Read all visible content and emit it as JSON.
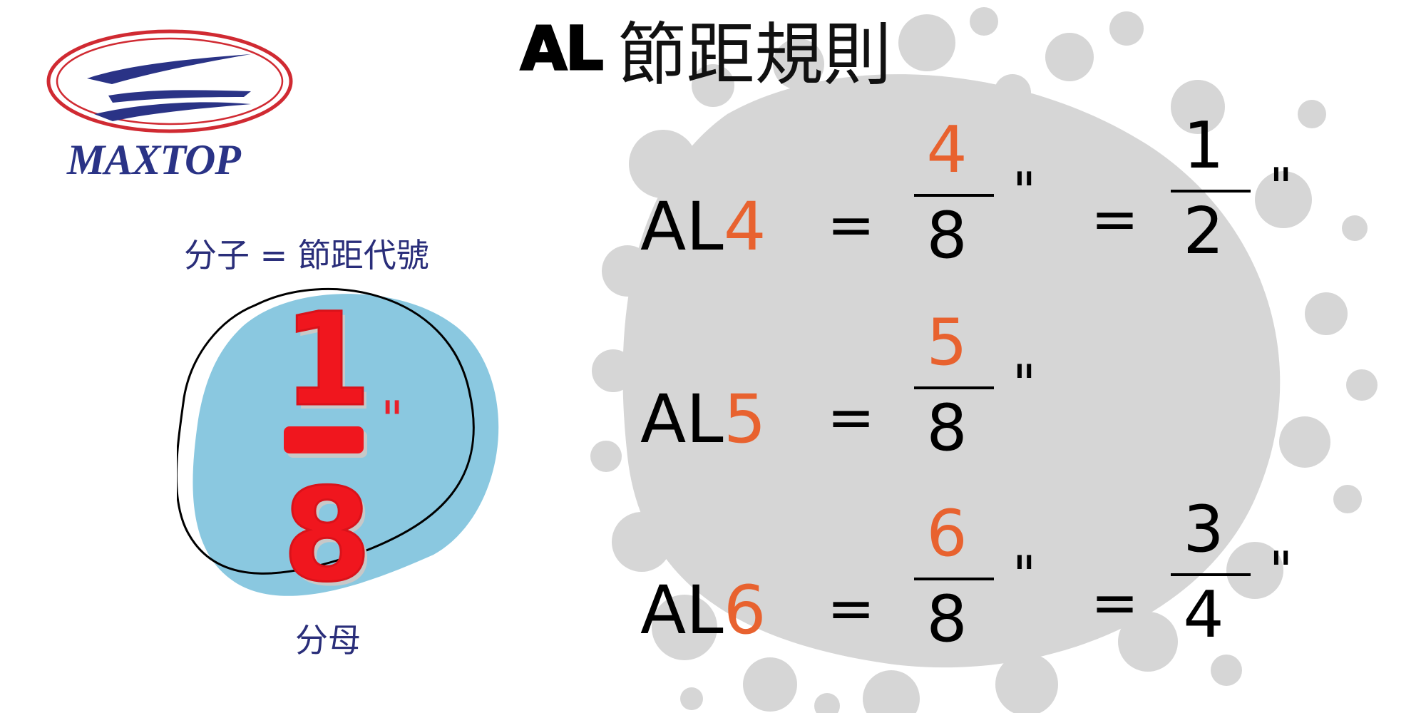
{
  "title": {
    "prefix": "AL",
    "text": "節距規則"
  },
  "logo": {
    "wordmark": "MAXTOP",
    "ellipse_color": "#d02a32",
    "mark_color": "#2a3386"
  },
  "legend": {
    "numerator_label": "分子 = 節距代號",
    "denominator_label": "分母",
    "example_numerator": "1",
    "example_denominator": "8",
    "inch_mark": "\""
  },
  "colors": {
    "accent": "#e8622f",
    "red": "#f0161e",
    "navy": "#2a2e7a",
    "blob": "#8ac8e0",
    "splatter": "#d6d6d6"
  },
  "equations": [
    {
      "prefix": "AL",
      "code": "4",
      "eq": "=",
      "num": "4",
      "den": "8",
      "inch": "\"",
      "eq2": "=",
      "num2": "1",
      "den2": "2",
      "inch2": "\""
    },
    {
      "prefix": "AL",
      "code": "5",
      "eq": "=",
      "num": "5",
      "den": "8",
      "inch": "\""
    },
    {
      "prefix": "AL",
      "code": "6",
      "eq": "=",
      "num": "6",
      "den": "8",
      "inch": "\"",
      "eq2": "=",
      "num2": "3",
      "den2": "4",
      "inch2": "\""
    }
  ]
}
